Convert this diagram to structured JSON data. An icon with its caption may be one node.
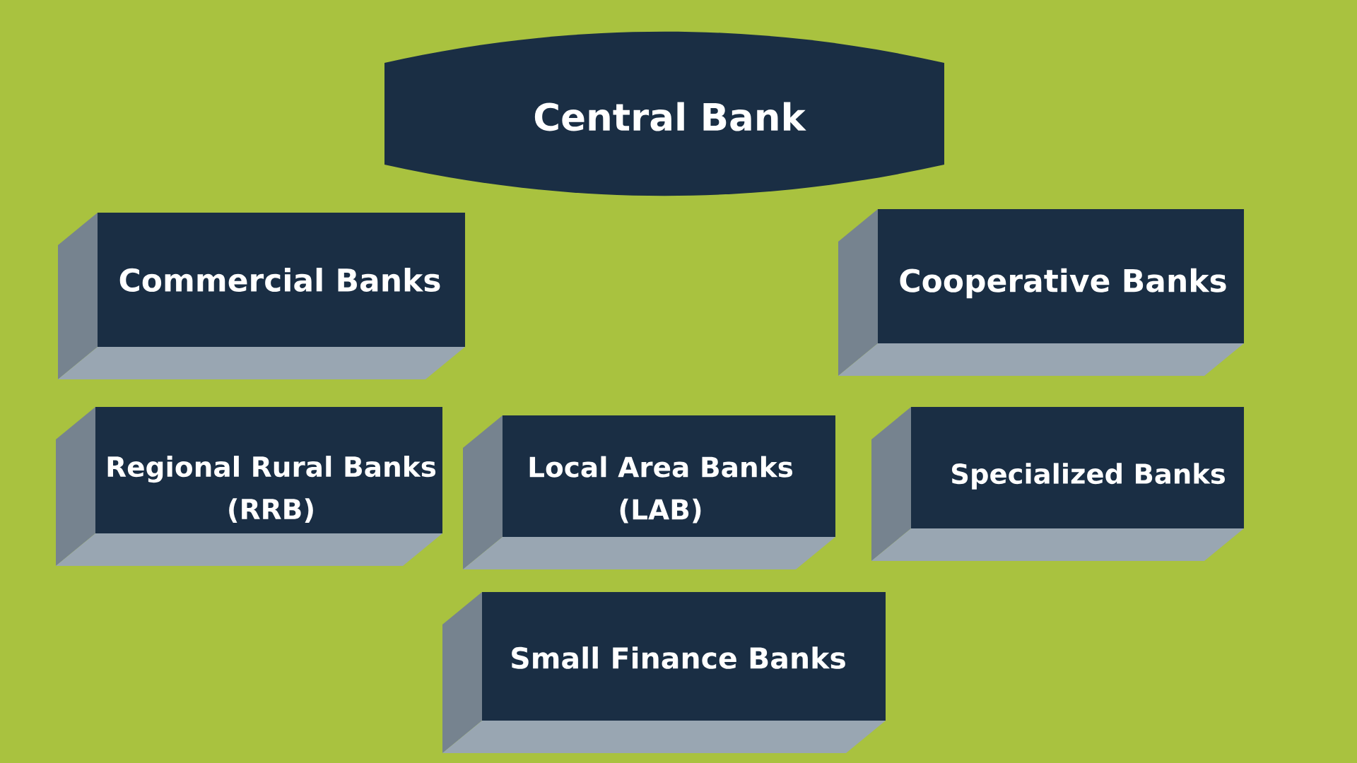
{
  "diagram": {
    "nodes": [
      {
        "text": [
          "Central Bank"
        ]
      },
      {
        "text": [
          "Commercial Banks"
        ]
      },
      {
        "text": [
          "Cooperative Banks"
        ]
      },
      {
        "text": [
          "Regional Rural Banks (RRB)"
        ]
      },
      {
        "text": [
          "Local Area Banks (LAB)"
        ]
      },
      {
        "text": [
          "Specialized Banks"
        ]
      },
      {
        "text": [
          "Small Finance Banks"
        ]
      }
    ]
  }
}
